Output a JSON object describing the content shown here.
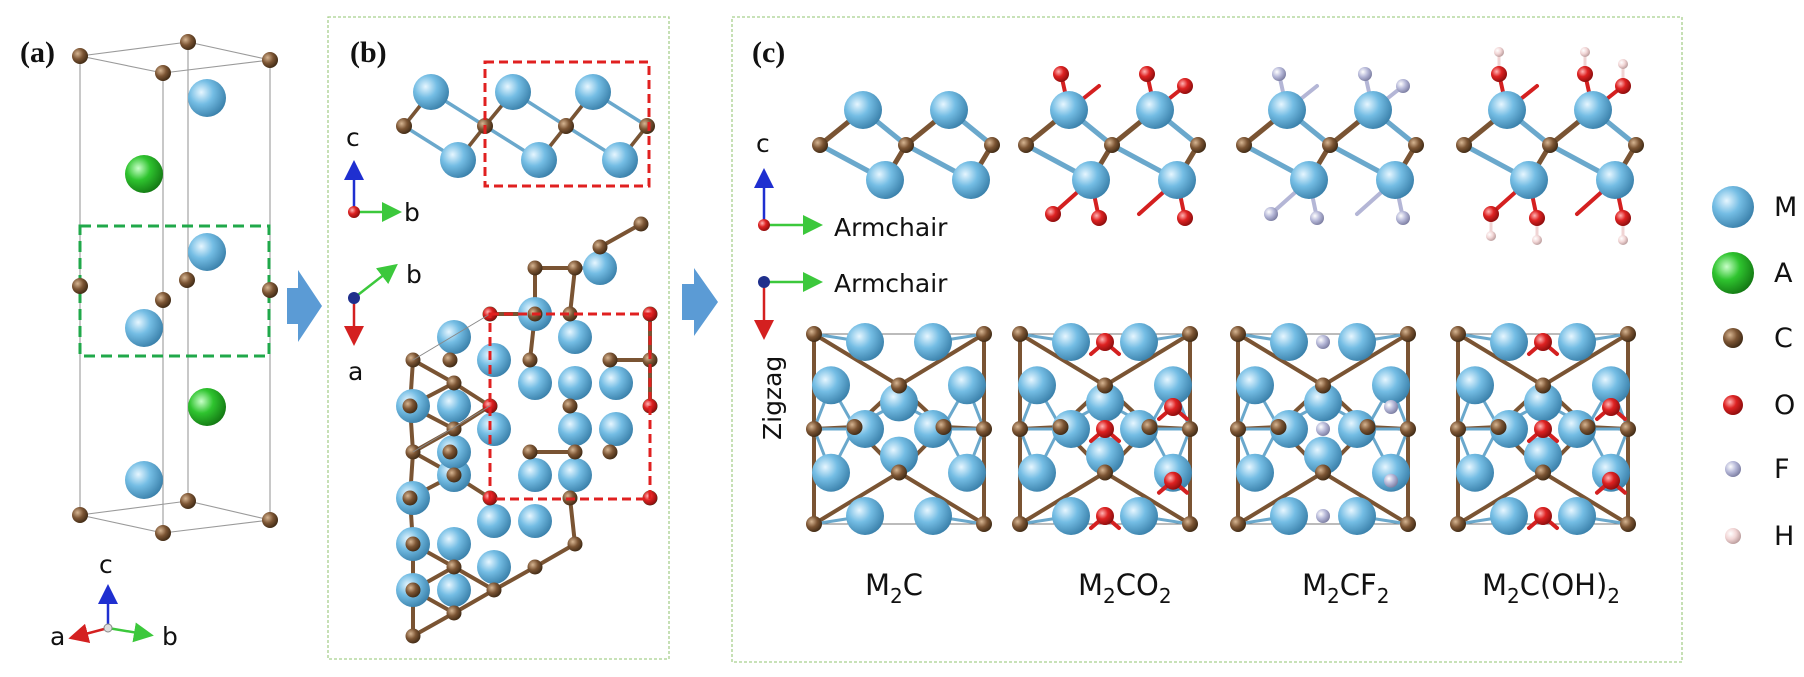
{
  "panels": {
    "a": {
      "label": "(a)"
    },
    "b": {
      "label": "(b)"
    },
    "c": {
      "label": "(c)"
    }
  },
  "axes": {
    "a_frame": {
      "up": "c",
      "left": "a",
      "right": "b"
    },
    "b_side": {
      "up": "c",
      "right": "b"
    },
    "b_top": {
      "diag": "b",
      "down": "a"
    },
    "c_side": {
      "up": "c",
      "right": "Armchair"
    },
    "c_top": {
      "right": "Armchair",
      "down": "Zigzag"
    }
  },
  "formulas": {
    "m2c": {
      "base": "M",
      "sub1": "2",
      "rest": "C",
      "sub2": "",
      "tail": ""
    },
    "m2co2": {
      "base": "M",
      "sub1": "2",
      "rest": "CO",
      "sub2": "2",
      "tail": ""
    },
    "m2cf2": {
      "base": "M",
      "sub1": "2",
      "rest": "CF",
      "sub2": "2",
      "tail": ""
    },
    "m2coh2": {
      "base": "M",
      "sub1": "2",
      "rest": "C(OH)",
      "sub2": "2",
      "tail": ""
    }
  },
  "legend": [
    {
      "label": "M",
      "color": "#6fb8e0"
    },
    {
      "label": "A",
      "color": "#2fbf2f"
    },
    {
      "label": "C",
      "color": "#7a5433"
    },
    {
      "label": "O",
      "color": "#d42020"
    },
    {
      "label": "F",
      "color": "#b4b6d6"
    },
    {
      "label": "H",
      "color": "#f0d4d4"
    }
  ],
  "colors": {
    "M": "#6fb8e0",
    "A": "#2fbf2f",
    "C": "#7a5433",
    "O": "#d42020",
    "F": "#b4b6d6",
    "H": "#f0d4d4",
    "dash_green": "#20a84a",
    "dash_red": "#e02020",
    "panel_border": "#a8d08d",
    "arrow": "#5b9bd5",
    "axis_blue": "#1f2fd0",
    "axis_green": "#3cc83c",
    "axis_red": "#d42020"
  }
}
